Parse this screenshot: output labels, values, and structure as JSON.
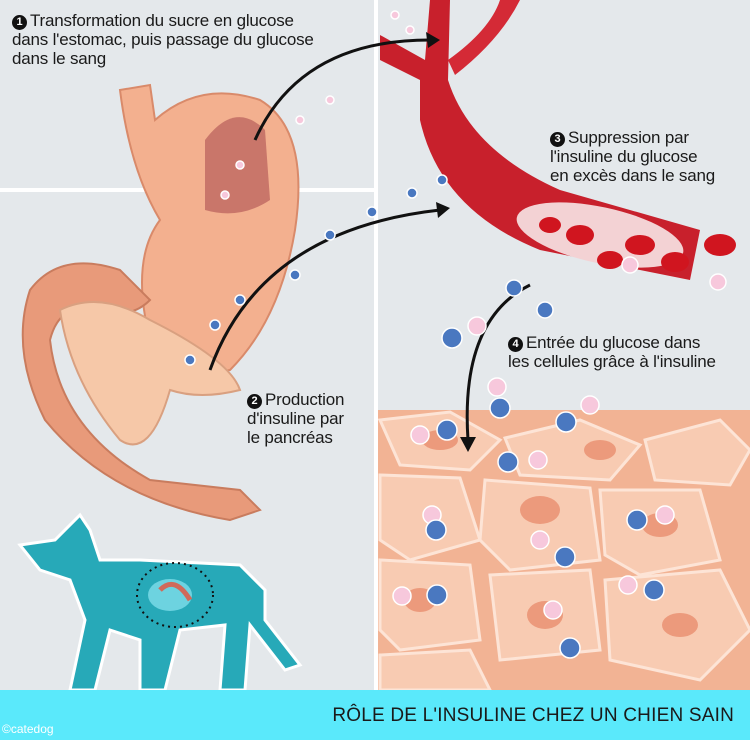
{
  "steps": [
    {
      "number": "1",
      "text_lines": [
        "Transformation du sucre en glucose",
        "dans l'estomac, puis passage du glucose",
        "dans le sang"
      ]
    },
    {
      "number": "2",
      "text_lines": [
        "Production",
        "d'insuline par",
        "le pancréas"
      ]
    },
    {
      "number": "3",
      "text_lines": [
        "Suppression par",
        "l'insuline du glucose",
        "en excès dans le sang"
      ]
    },
    {
      "number": "4",
      "text_lines": [
        "Entrée du glucose dans",
        "les cellules grâce à l'insuline"
      ]
    }
  ],
  "footer": {
    "title": "RÔLE DE L'INSULINE CHEZ UN CHIEN SAIN",
    "copyright": "©catedog"
  },
  "colors": {
    "background": "#e4e8eb",
    "band": "#5ae9fb",
    "dog": "#27a9b8",
    "vessel": "#c8202c",
    "skin": "#f4b89a",
    "glucose": "#f7c8dc",
    "insulin": "#4a78c0"
  }
}
